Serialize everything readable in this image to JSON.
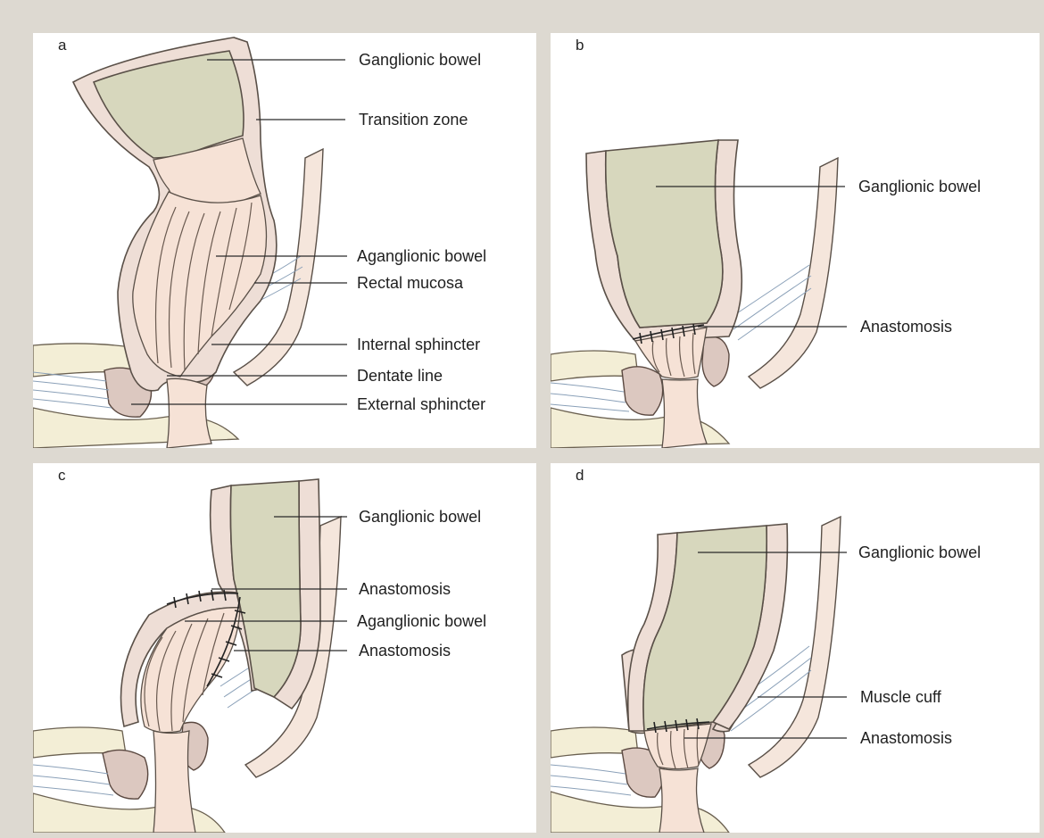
{
  "panels": {
    "a": {
      "letter": "a",
      "labels": {
        "ganglionic_bowel": "Ganglionic bowel",
        "transition_zone": "Transition zone",
        "aganglionic_bowel": "Aganglionic bowel",
        "rectal_mucosa": "Rectal mucosa",
        "internal_sphincter": "Internal sphincter",
        "dentate_line": "Dentate line",
        "external_sphincter": "External sphincter"
      }
    },
    "b": {
      "letter": "b",
      "labels": {
        "ganglionic_bowel": "Ganglionic bowel",
        "anastomosis": "Anastomosis"
      }
    },
    "c": {
      "letter": "c",
      "labels": {
        "ganglionic_bowel": "Ganglionic bowel",
        "anastomosis_1": "Anastomosis",
        "aganglionic_bowel": "Aganglionic bowel",
        "anastomosis_2": "Anastomosis"
      }
    },
    "d": {
      "letter": "d",
      "labels": {
        "ganglionic_bowel": "Ganglionic bowel",
        "muscle_cuff": "Muscle cuff",
        "anastomosis": "Anastomosis"
      }
    }
  },
  "colors": {
    "background": "#ddd9d1",
    "bowel_lumen": "#d7d7bd",
    "bowel_wall": "#eeded6",
    "muscle": "#dcc8c0"
  }
}
